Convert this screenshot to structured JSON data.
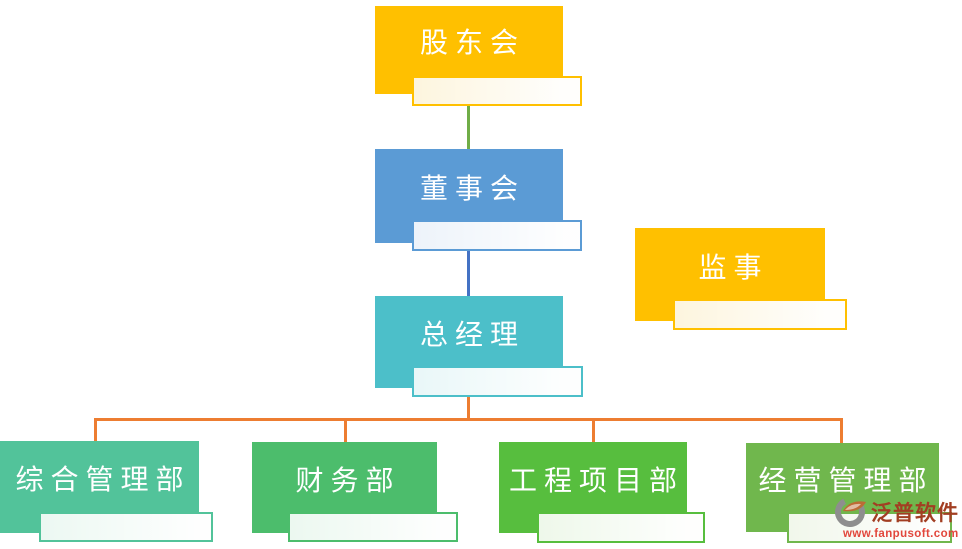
{
  "chart_title": "company-organization-chart",
  "nodes": {
    "shareholders": {
      "label": "股东会",
      "color": "#FFC000",
      "tint": "#FDF5DE"
    },
    "board": {
      "label": "董事会",
      "color": "#5B9BD5",
      "tint": "#EDF3FA"
    },
    "supervisor": {
      "label": "监事",
      "color": "#FFC000",
      "tint": "#FDF5DE"
    },
    "general_manager": {
      "label": "总经理",
      "color": "#4CBFC9",
      "tint": "#E9F7F8"
    },
    "dept_admin": {
      "label": "综合管理部",
      "color": "#52C39A",
      "tint": "#ECF8F2"
    },
    "dept_finance": {
      "label": "财务部",
      "color": "#4CBD6C",
      "tint": "#ECF8F0"
    },
    "dept_engineering": {
      "label": "工程项目部",
      "color": "#57BE3E",
      "tint": "#EEF8EA"
    },
    "dept_operations": {
      "label": "经营管理部",
      "color": "#70B74D",
      "tint": "#F1F7EB"
    }
  },
  "connectors": {
    "shareholders_to_board": "#70AD47",
    "board_to_gm": "#4472C4",
    "gm_to_departments": "#ED7D31"
  },
  "hierarchy": [
    {
      "parent": "股东会",
      "child": "董事会"
    },
    {
      "parent": "董事会",
      "child": "总经理"
    },
    {
      "parent": "总经理",
      "child": "综合管理部"
    },
    {
      "parent": "总经理",
      "child": "财务部"
    },
    {
      "parent": "总经理",
      "child": "工程项目部"
    },
    {
      "parent": "总经理",
      "child": "经营管理部"
    }
  ],
  "watermark": {
    "brand": "泛普软件",
    "url": "www.fanpusoft.com",
    "brand_color": "#A23E22",
    "url_color": "#E2473C",
    "logo": "fanpu-logo"
  }
}
